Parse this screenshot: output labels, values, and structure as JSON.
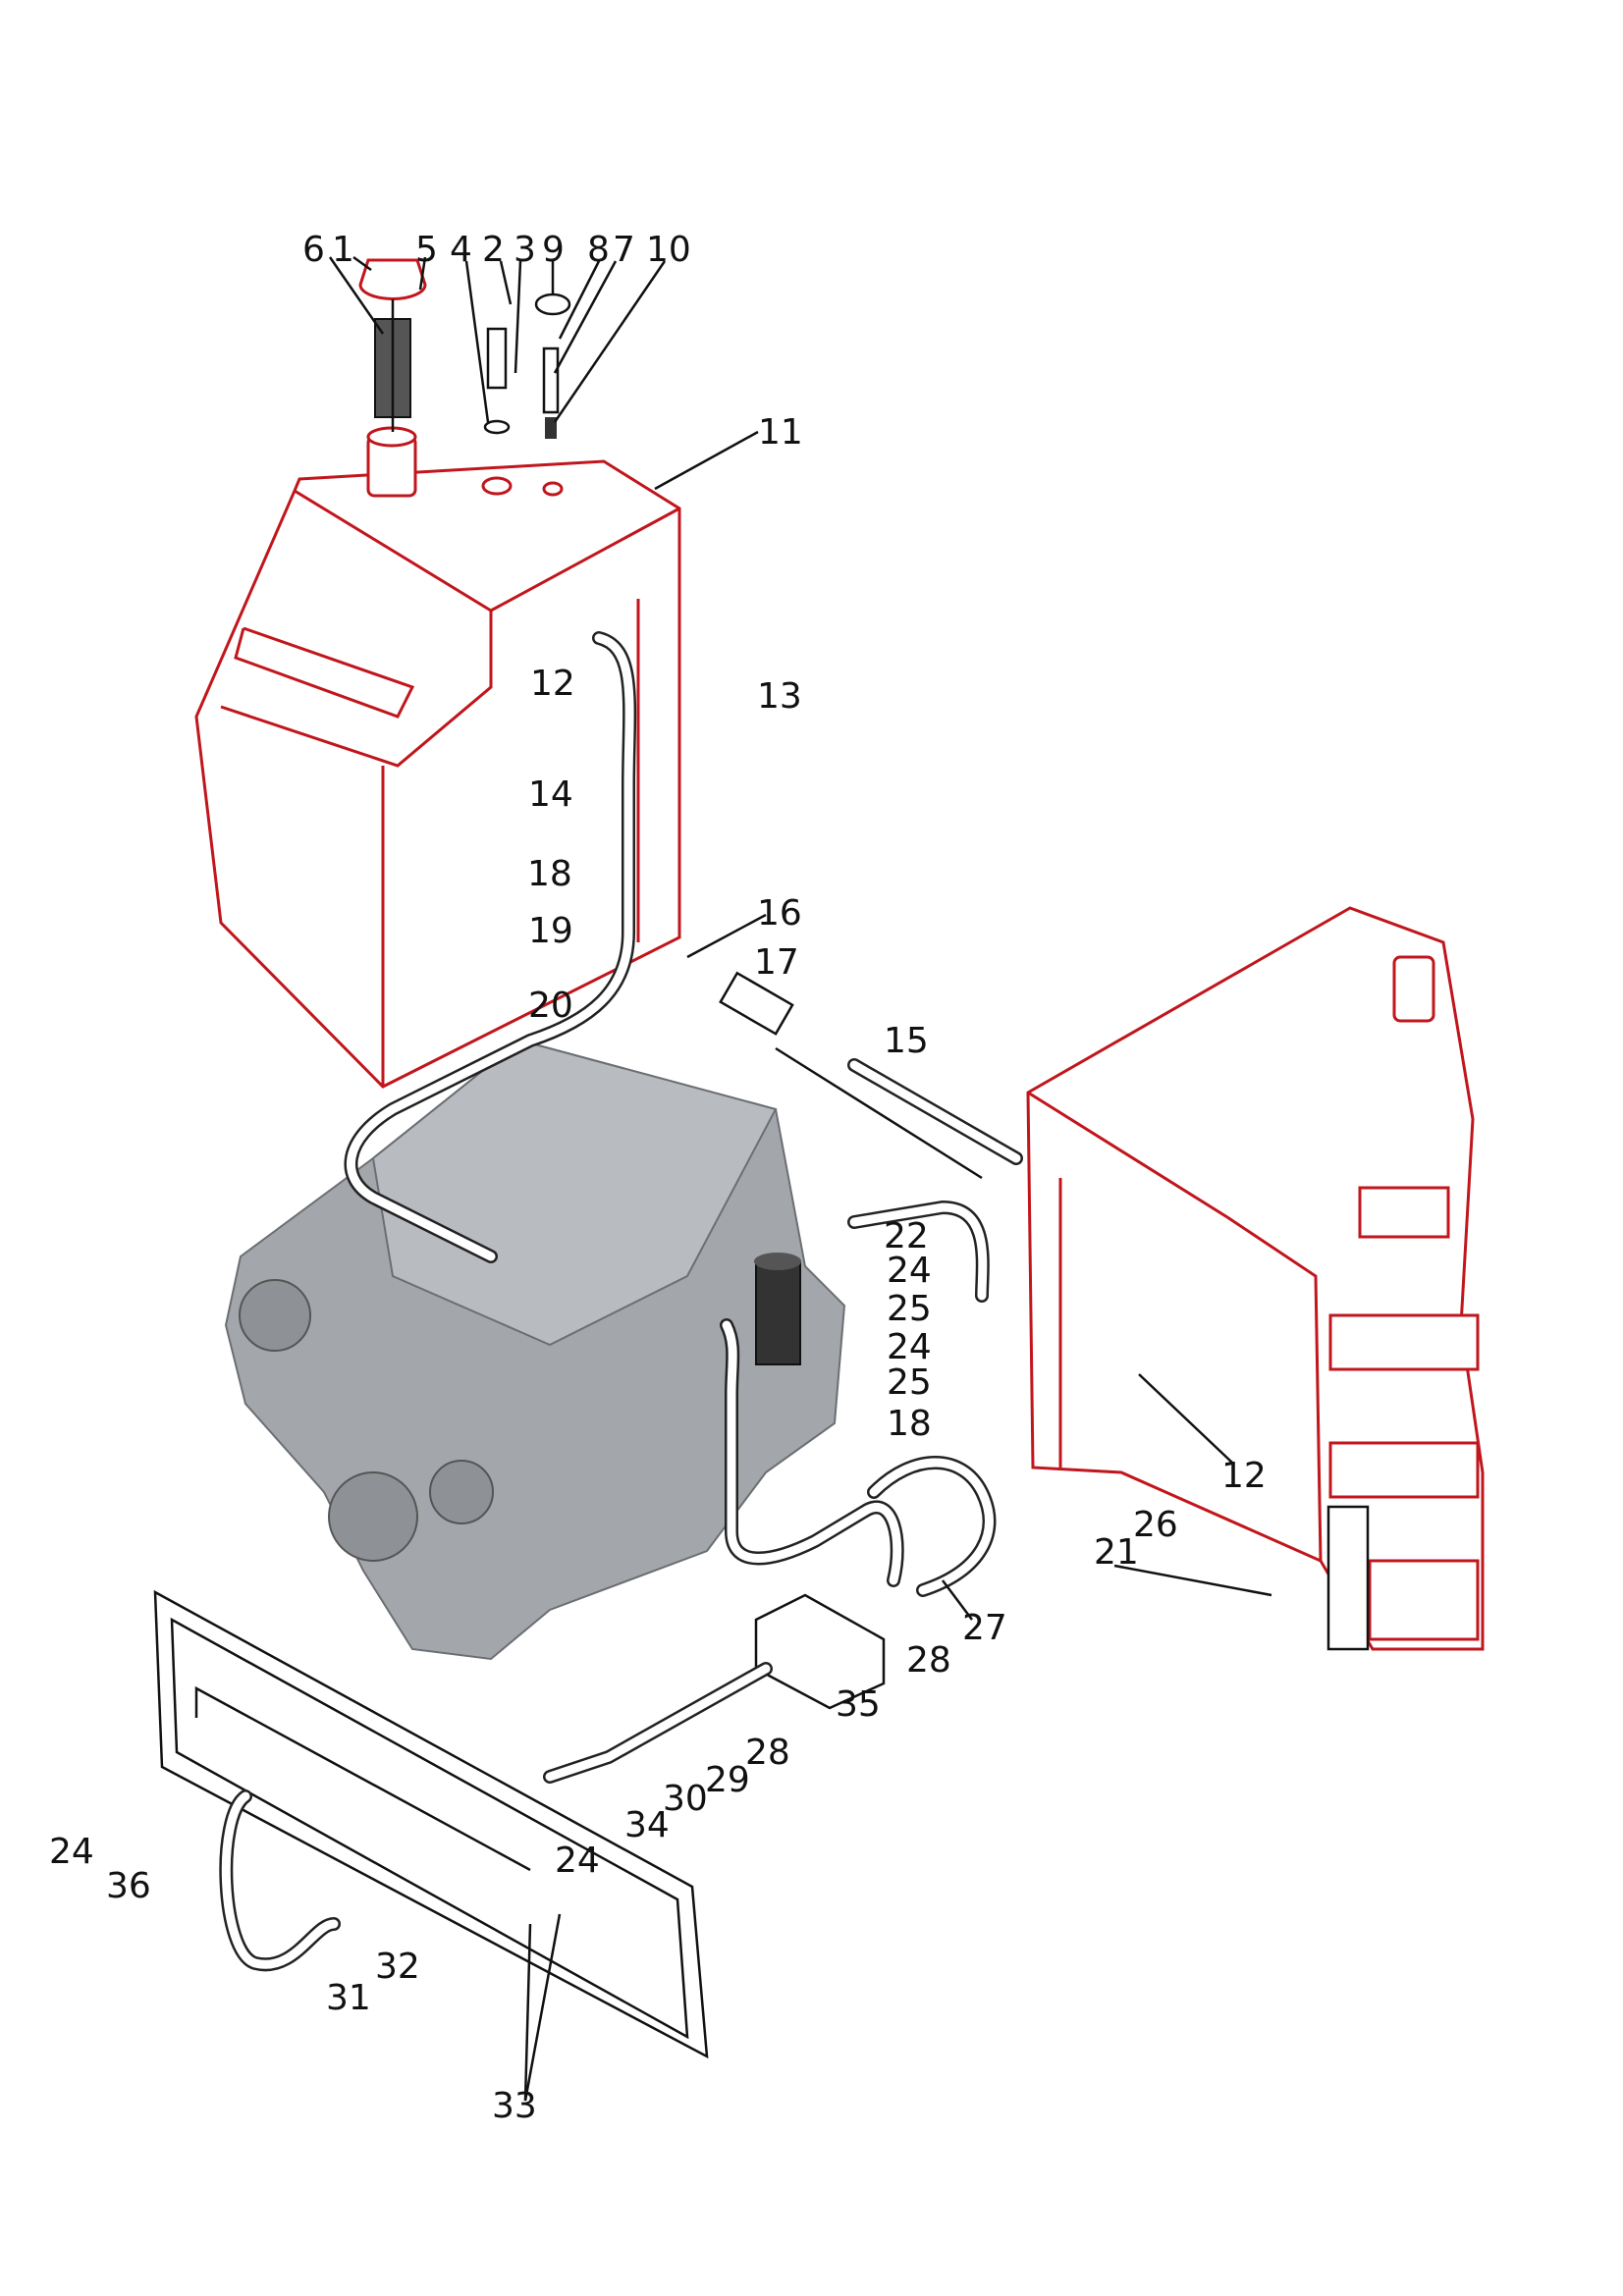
{
  "diagram": {
    "title": "Hydraulic tank, fender and cooler assembly",
    "colors": {
      "tank": "#c0161c",
      "engine": "#9a9ea3",
      "lines": "#111111"
    },
    "callouts": [
      {
        "id": "c6",
        "label": "6"
      },
      {
        "id": "c1",
        "label": "1"
      },
      {
        "id": "c5",
        "label": "5"
      },
      {
        "id": "c4",
        "label": "4"
      },
      {
        "id": "c2",
        "label": "2"
      },
      {
        "id": "c3",
        "label": "3"
      },
      {
        "id": "c9",
        "label": "9"
      },
      {
        "id": "c8",
        "label": "8"
      },
      {
        "id": "c7",
        "label": "7"
      },
      {
        "id": "c10",
        "label": "10"
      },
      {
        "id": "c11",
        "label": "11"
      },
      {
        "id": "c12a",
        "label": "12"
      },
      {
        "id": "c13",
        "label": "13"
      },
      {
        "id": "c14",
        "label": "14"
      },
      {
        "id": "c18a",
        "label": "18"
      },
      {
        "id": "c19",
        "label": "19"
      },
      {
        "id": "c16",
        "label": "16"
      },
      {
        "id": "c17",
        "label": "17"
      },
      {
        "id": "c20",
        "label": "20"
      },
      {
        "id": "c15",
        "label": "15"
      },
      {
        "id": "c22",
        "label": "22"
      },
      {
        "id": "c24a",
        "label": "24"
      },
      {
        "id": "c25a",
        "label": "25"
      },
      {
        "id": "c24b",
        "label": "24"
      },
      {
        "id": "c25b",
        "label": "25"
      },
      {
        "id": "c18b",
        "label": "18"
      },
      {
        "id": "c12b",
        "label": "12"
      },
      {
        "id": "c26",
        "label": "26"
      },
      {
        "id": "c21",
        "label": "21"
      },
      {
        "id": "c27",
        "label": "27"
      },
      {
        "id": "c28a",
        "label": "28"
      },
      {
        "id": "c35",
        "label": "35"
      },
      {
        "id": "c28b",
        "label": "28"
      },
      {
        "id": "c29",
        "label": "29"
      },
      {
        "id": "c30",
        "label": "30"
      },
      {
        "id": "c34",
        "label": "34"
      },
      {
        "id": "c24c",
        "label": "24"
      },
      {
        "id": "c24d",
        "label": "24"
      },
      {
        "id": "c36",
        "label": "36"
      },
      {
        "id": "c32",
        "label": "32"
      },
      {
        "id": "c31",
        "label": "31"
      },
      {
        "id": "c33",
        "label": "33"
      }
    ]
  }
}
